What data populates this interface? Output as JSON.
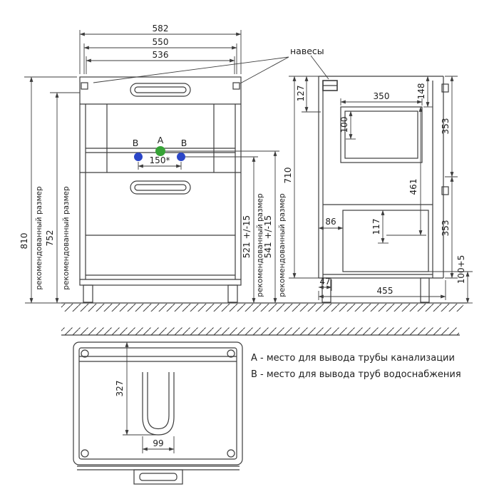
{
  "colors": {
    "line": "#3d3d3d",
    "marker_a": "#36a336",
    "marker_b": "#2b46c8"
  },
  "labels": {
    "hangers": "навесы",
    "recommended": "рекомендованный размер",
    "marker_a": "A",
    "marker_b": "B"
  },
  "legend": {
    "line_a": "A - место для вывода трубы канализации",
    "line_b": "B - место для вывода труб водоснабжения"
  },
  "front": {
    "width_outer": "582",
    "width_mid": "550",
    "width_inner": "536",
    "height_total": "810",
    "height_body": "752",
    "pipes_span": "150*",
    "height_water_pipes": "521 +/-15",
    "height_drain_pipe": "541 +/-15"
  },
  "side": {
    "hanger_offset": "127",
    "height": "710",
    "inner_depth": "350",
    "top_gap": "148",
    "shelf_height": "100",
    "door_upper": "353",
    "mid_span": "461",
    "door_lower": "353",
    "back_inset": "86",
    "drawer_front": "117",
    "leg_height": "100+5",
    "front_inset": "47",
    "depth": "455"
  },
  "plan": {
    "drain_offset": "327",
    "cutout_width": "99"
  }
}
